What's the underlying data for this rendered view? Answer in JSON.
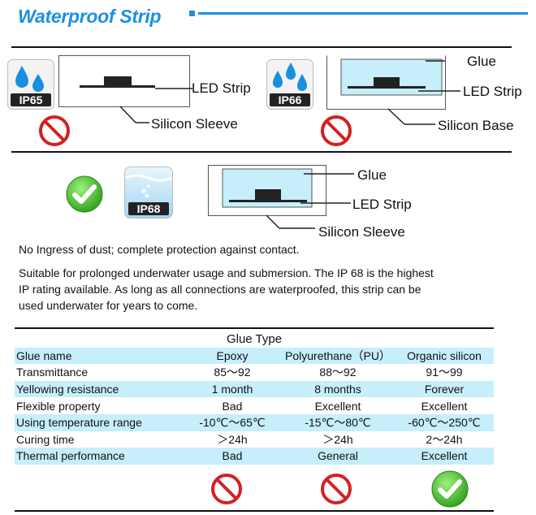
{
  "header": {
    "title": "Waterproof Strip"
  },
  "ip65": {
    "badge": "IP65",
    "labels": {
      "led_strip": "LED Strip",
      "silicon_sleeve": "Silicon Sleeve"
    }
  },
  "ip66": {
    "badge": "IP66",
    "labels": {
      "glue": "Glue",
      "led_strip": "LED Strip",
      "silicon_base": "Silicon Base"
    }
  },
  "ip68": {
    "badge": "IP68",
    "labels": {
      "glue": "Glue",
      "led_strip": "LED Strip",
      "silicon_sleeve": "Silicon Sleeve"
    }
  },
  "text": {
    "para1": "No Ingress of dust; complete protection against contact.",
    "para2_line1": "Suitable for prolonged underwater usage and submersion. The IP 68 is the highest",
    "para2_line2": "IP rating available. As long as all connections are waterproofed, this strip can be",
    "para2_line3": "used underwater for years to come."
  },
  "glue_table": {
    "caption": "Glue Type",
    "rows": [
      [
        "Glue name",
        "Epoxy",
        "Polyurethane（PU）",
        "Organic silicon"
      ],
      [
        "Transmittance",
        "85～92",
        "88～92",
        "91～99"
      ],
      [
        "Yellowing resistance",
        "1 month",
        "8 months",
        "Forever"
      ],
      [
        "Flexible property",
        "Bad",
        "Excellent",
        "Excellent"
      ],
      [
        "Using temperature  range",
        "-10℃～65℃",
        "-15℃～80℃",
        "-60℃～250℃"
      ],
      [
        "Curing time",
        "＞24h",
        "＞24h",
        "2～24h"
      ],
      [
        "Thermal performance",
        "Bad",
        "General",
        "Excellent"
      ]
    ],
    "verdict_icons": [
      "no-icon",
      "no-icon",
      "check-icon"
    ]
  },
  "colors": {
    "accent": "#1d8fe0",
    "row_highlight": "#c6eefb",
    "glue_fill": "#c6eefb",
    "no_red": "#d42020",
    "check_green": "#3db81f"
  }
}
